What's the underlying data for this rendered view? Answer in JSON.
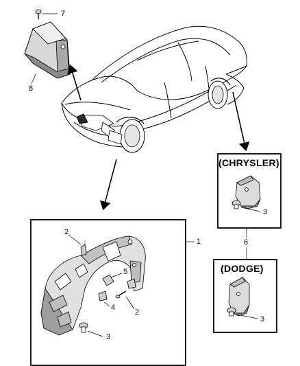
{
  "callouts": {
    "c1": "1",
    "c2a": "2",
    "c2b": "2",
    "c3a": "3",
    "c3b": "3",
    "c3c": "3",
    "c4": "4",
    "c5": "5",
    "c6": "6",
    "c7": "7",
    "c8": "8"
  },
  "labels": {
    "chrysler": "(CHRYSLER)",
    "dodge": "(DODGE)"
  },
  "colors": {
    "line": "#000000",
    "background": "#ffffff",
    "fill_light": "#e6e6e6",
    "fill_mid": "#bdbdbd",
    "fill_dark": "#7a7a7a"
  }
}
